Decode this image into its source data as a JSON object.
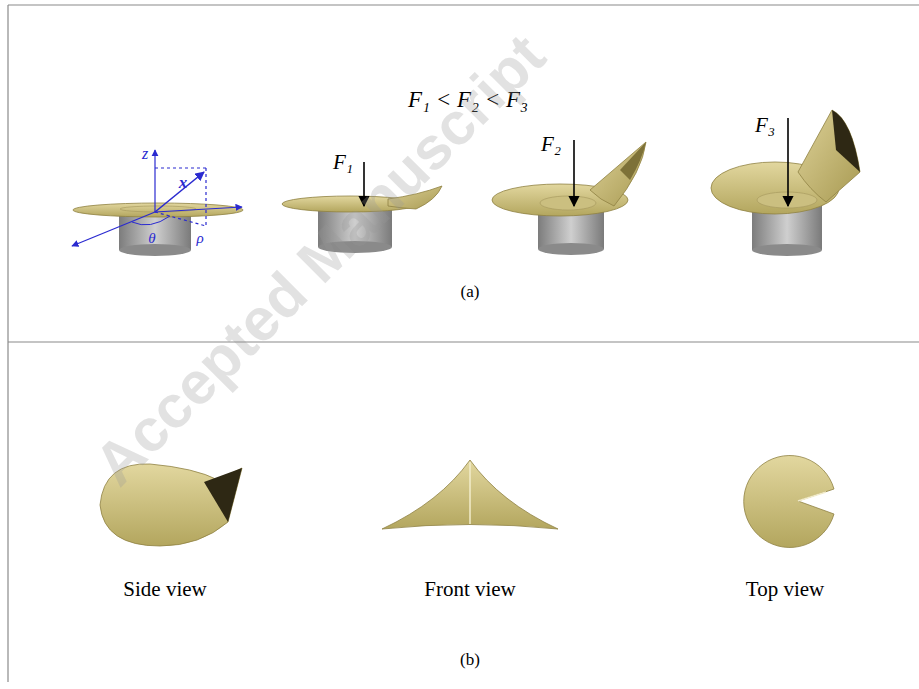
{
  "diagram": {
    "labels": [
      "F₁ < F₂ < F₃",
      "z",
      "x",
      "θ",
      "ρ",
      "F₁",
      "F₂",
      "F₃",
      "(a)",
      "Side view",
      "Front view",
      "Top view",
      "(b)",
      "Accepted Manuscript"
    ]
  }
}
